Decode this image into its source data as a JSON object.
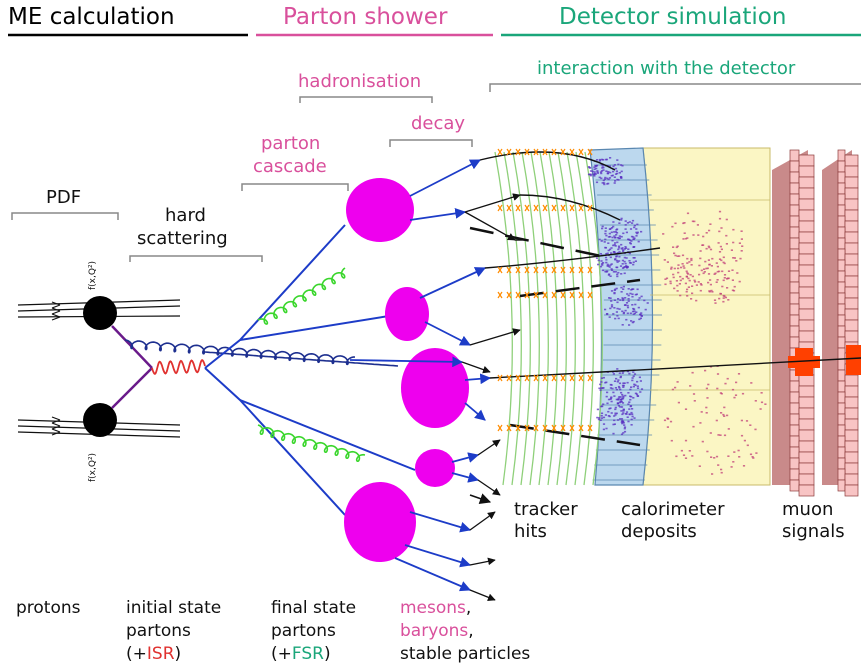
{
  "headers": {
    "me": "ME calculation",
    "ps": "Parton shower",
    "det": "Detector simulation"
  },
  "stages": {
    "hadronisation": "hadronisation",
    "interaction": "interaction with the detector",
    "decay": "decay",
    "parton_cascade_1": "parton",
    "parton_cascade_2": "cascade",
    "pdf": "PDF",
    "hard_1": "hard",
    "hard_2": "scattering",
    "pdf_formula": "f(x,Q²)"
  },
  "outputs": {
    "tracker_1": "tracker",
    "tracker_2": "hits",
    "calo_1": "calorimeter",
    "calo_2": "deposits",
    "muon_1": "muon",
    "muon_2": "signals"
  },
  "bottom": {
    "protons": "protons",
    "initial_1": "initial state",
    "initial_2": "partons",
    "initial_3_pre": "(+",
    "initial_3_hl": "ISR",
    "initial_3_post": ")",
    "final_1": "final state",
    "final_2": "partons",
    "final_3_pre": "(+",
    "final_3_hl": "FSR",
    "final_3_post": ")",
    "mesons": "mesons",
    "mesons_comma": ",",
    "baryons": "baryons",
    "baryons_comma": ",",
    "stable": "stable particles"
  },
  "colors": {
    "me": "#000000",
    "ps": "#d9509c",
    "det": "#1aa67a",
    "blob": "#ee00ee",
    "parton_line": "#1d3cc8",
    "gluon": "#1d2f8f",
    "isr_gluon": "#e0312f",
    "fsr_gluon": "#3ad62c",
    "tracker": "#8fd07a",
    "calo_inner": "#bcd8ee",
    "calo_outer": "#fbf6c4",
    "muon": "#f3b8b8",
    "muon_hit": "#ff4000"
  }
}
